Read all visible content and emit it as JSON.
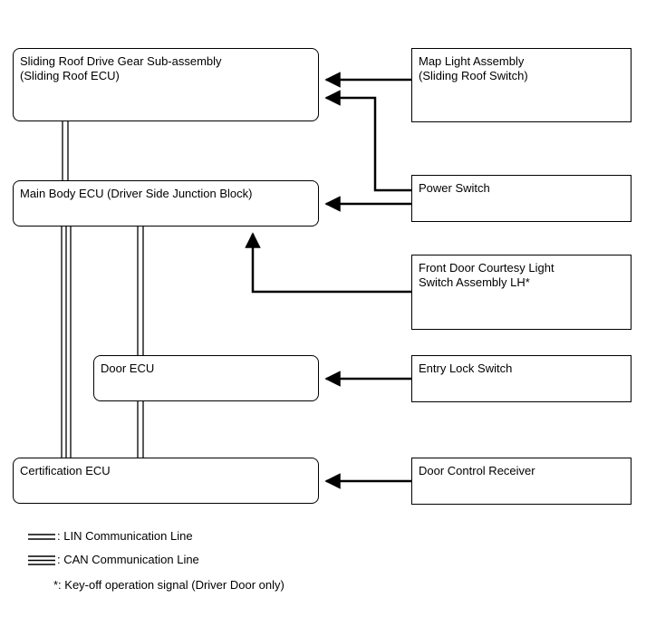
{
  "left_boxes": {
    "sliding_roof_ecu": [
      "Sliding Roof Drive Gear Sub-assembly",
      "(Sliding Roof ECU)"
    ],
    "main_body_ecu": [
      "Main Body ECU (Driver Side Junction Block)"
    ],
    "door_ecu": [
      "Door ECU"
    ],
    "certification_ecu": [
      "Certification ECU"
    ]
  },
  "right_boxes": {
    "map_light": [
      "Map Light Assembly",
      "(Sliding Roof Switch)"
    ],
    "power_switch": [
      "Power Switch"
    ],
    "front_door_courtesy": [
      "Front Door Courtesy Light",
      "Switch Assembly LH*"
    ],
    "entry_lock": [
      "Entry Lock Switch"
    ],
    "door_control_receiver": [
      "Door Control Receiver"
    ]
  },
  "legend": {
    "lin": ": LIN Communication Line",
    "can": ": CAN Communication Line",
    "note": "*: Key-off operation signal (Driver Door only)"
  }
}
